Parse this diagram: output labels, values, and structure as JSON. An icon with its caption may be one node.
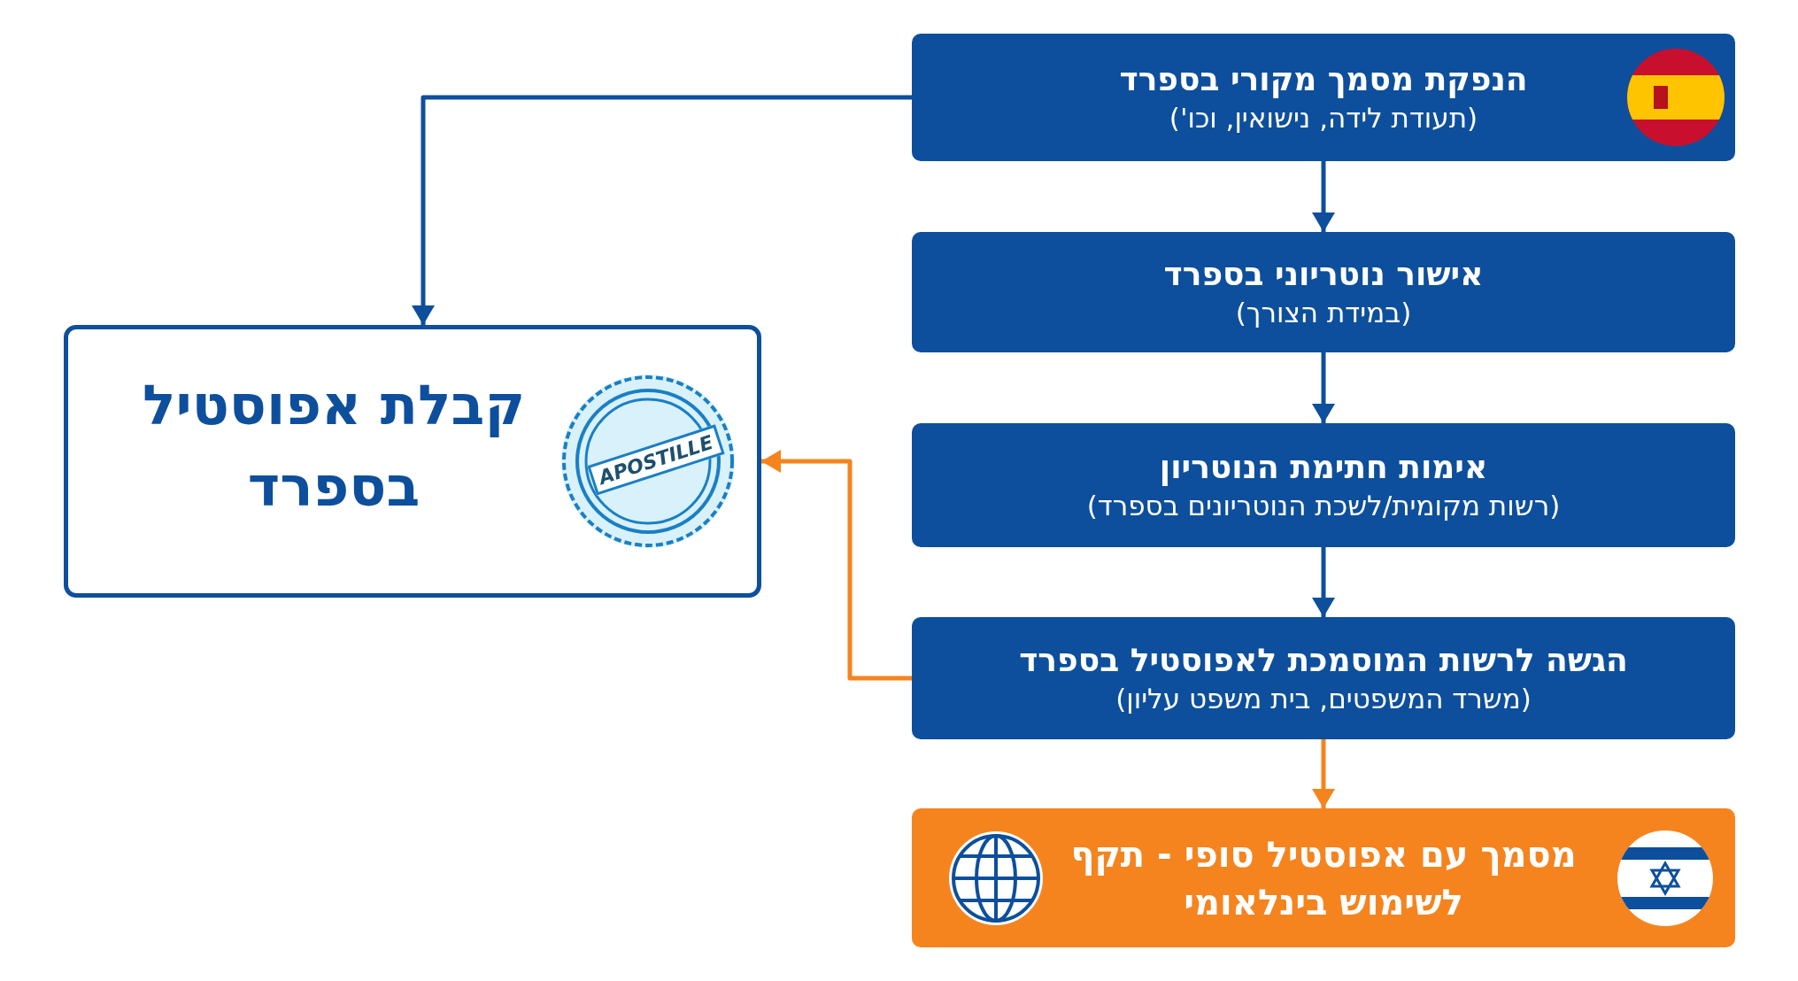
{
  "diagram": {
    "nodes": [
      {
        "text": [
          "הנפקת מסמך מקורי בספרד",
          "(תעודת לידה, נישואין, וכו')"
        ]
      },
      {
        "text": [
          "אישור נוטריוני בספרד",
          "(במידת הצורך)"
        ]
      },
      {
        "text": [
          "אימות חתימת הנוטריון",
          "(רשות מקומית/לשכת הנוטריונים בספרד)"
        ]
      },
      {
        "text": [
          "הגשה לרשות המוסמכת לאפוסטיל בספרד",
          "(משרד המשפטים, בית משפט עליון)"
        ]
      },
      {
        "text": [
          "מסמך עם אפוסטיל סופי - תקף לשימוש בינלאומי"
        ]
      },
      {
        "text": [
          "קבלת אפוסטיל בספרד"
        ]
      }
    ],
    "edges": [
      {
        "from": 0,
        "to": 1,
        "arrow": "to"
      },
      {
        "from": 1,
        "to": 2,
        "arrow": "to"
      },
      {
        "from": 2,
        "to": 3,
        "arrow": "to"
      },
      {
        "from": 3,
        "to": 4,
        "arrow": "to",
        "color": "#f5841f"
      },
      {
        "from": 0,
        "to": 5,
        "arrow": "to"
      },
      {
        "from": 3,
        "to": 5,
        "arrow": "to",
        "color": "#f5841f"
      }
    ],
    "labels": [
      "APOSTILLE"
    ]
  }
}
